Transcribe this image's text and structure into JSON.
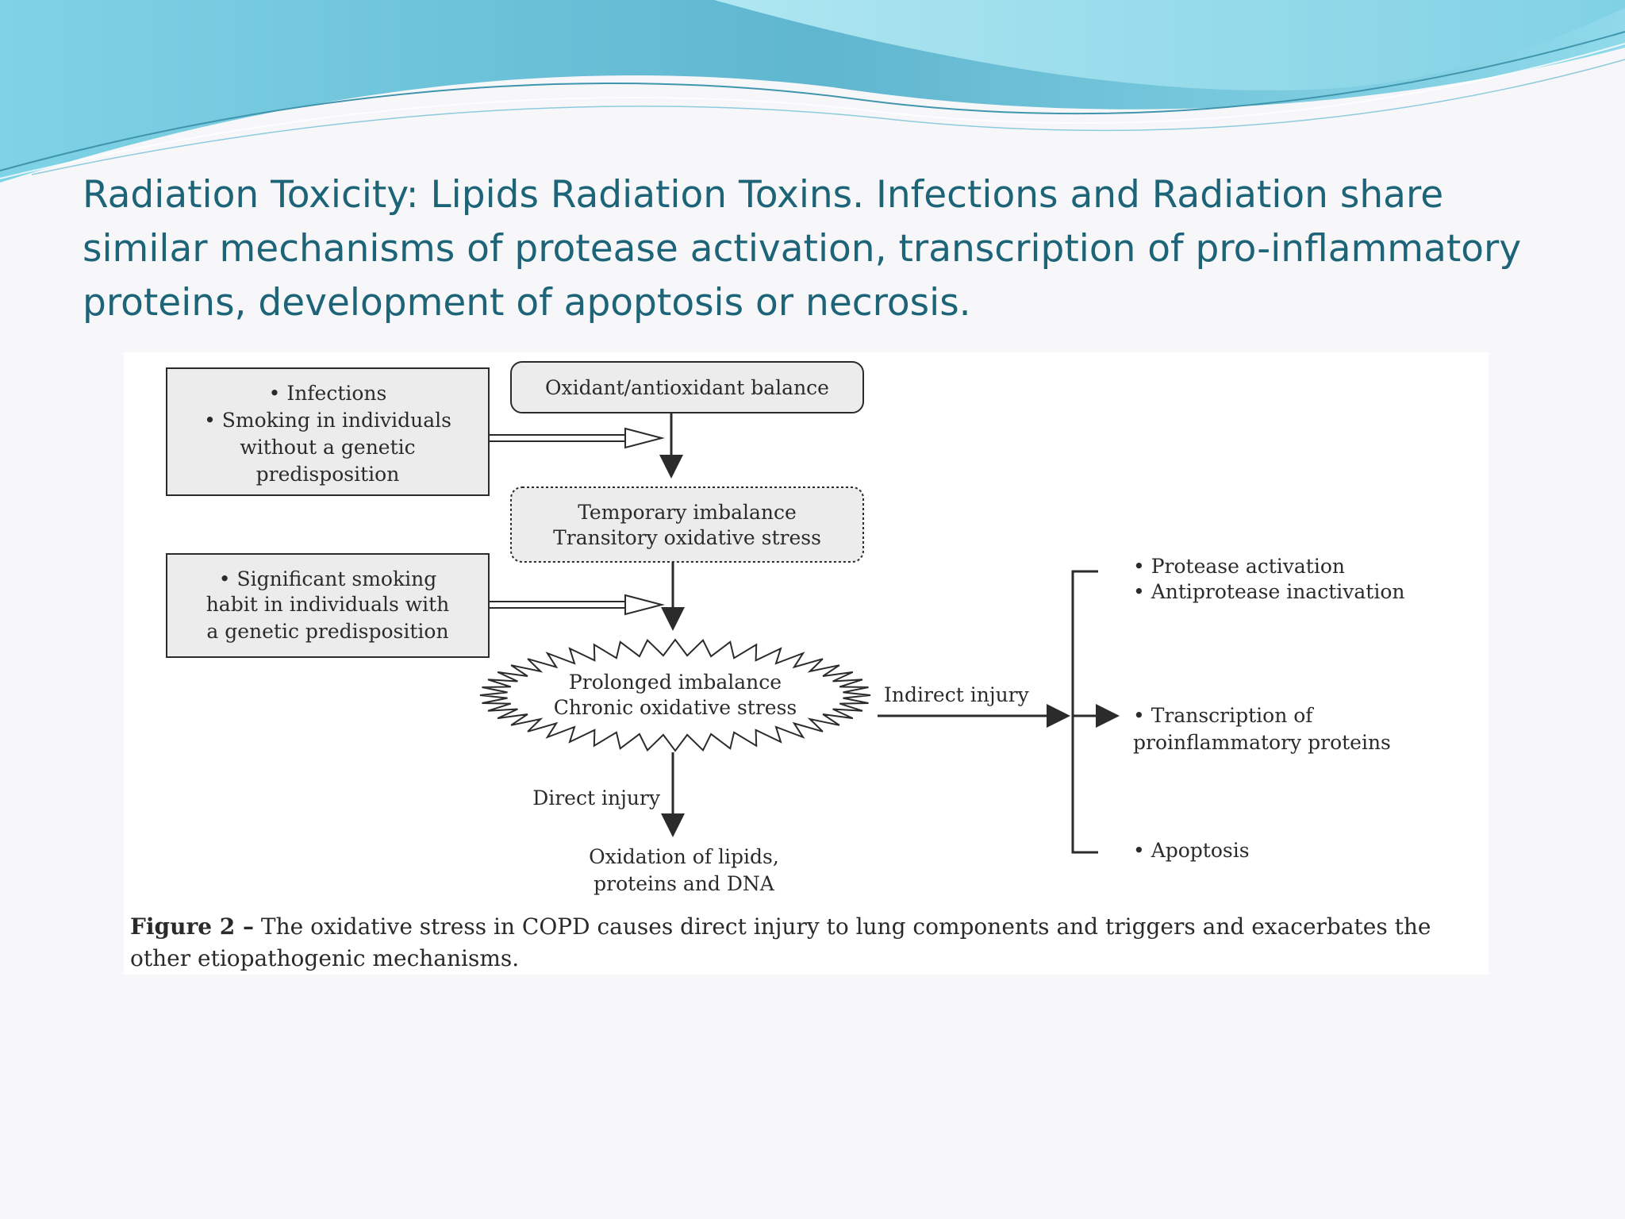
{
  "slide": {
    "title": "Radiation Toxicity: Lipids Radiation Toxins. Infections and Radiation share similar mechanisms of protease activation, transcription of pro-inflammatory proteins, development of apoptosis or necrosis."
  },
  "diagram": {
    "box_infections": {
      "lines": [
        "• Infections",
        "• Smoking in individuals",
        "without a genetic",
        "predisposition"
      ]
    },
    "box_balance": {
      "label": "Oxidant/antioxidant balance"
    },
    "box_temporary": {
      "lines": [
        "Temporary imbalance",
        "Transitory oxidative stress"
      ]
    },
    "box_smoking": {
      "lines": [
        "• Significant smoking",
        "habit in individuals with",
        "a genetic predisposition"
      ]
    },
    "burst": {
      "lines": [
        "Prolonged imbalance",
        "Chronic oxidative stress"
      ]
    },
    "labels": {
      "indirect_injury": "Indirect injury",
      "direct_injury": "Direct injury",
      "oxidation": [
        "Oxidation of lipids,",
        "proteins and DNA"
      ]
    },
    "outcomes": {
      "protease": [
        "• Protease activation",
        "• Antiprotease inactivation"
      ],
      "transcription": [
        "• Transcription of",
        "proinflammatory proteins"
      ],
      "apoptosis": [
        "• Apoptosis"
      ]
    }
  },
  "caption": {
    "label": "Figure 2 –",
    "text": " The oxidative stress in COPD causes direct injury to lung components and triggers and exacerbates the other etiopathogenic mechanisms."
  },
  "colors": {
    "title": "#1d6478",
    "wave_dark": "#5fb6cf",
    "wave_light": "#a9e3ef",
    "box_fill": "#ececec",
    "ink": "#2b2b2b"
  }
}
